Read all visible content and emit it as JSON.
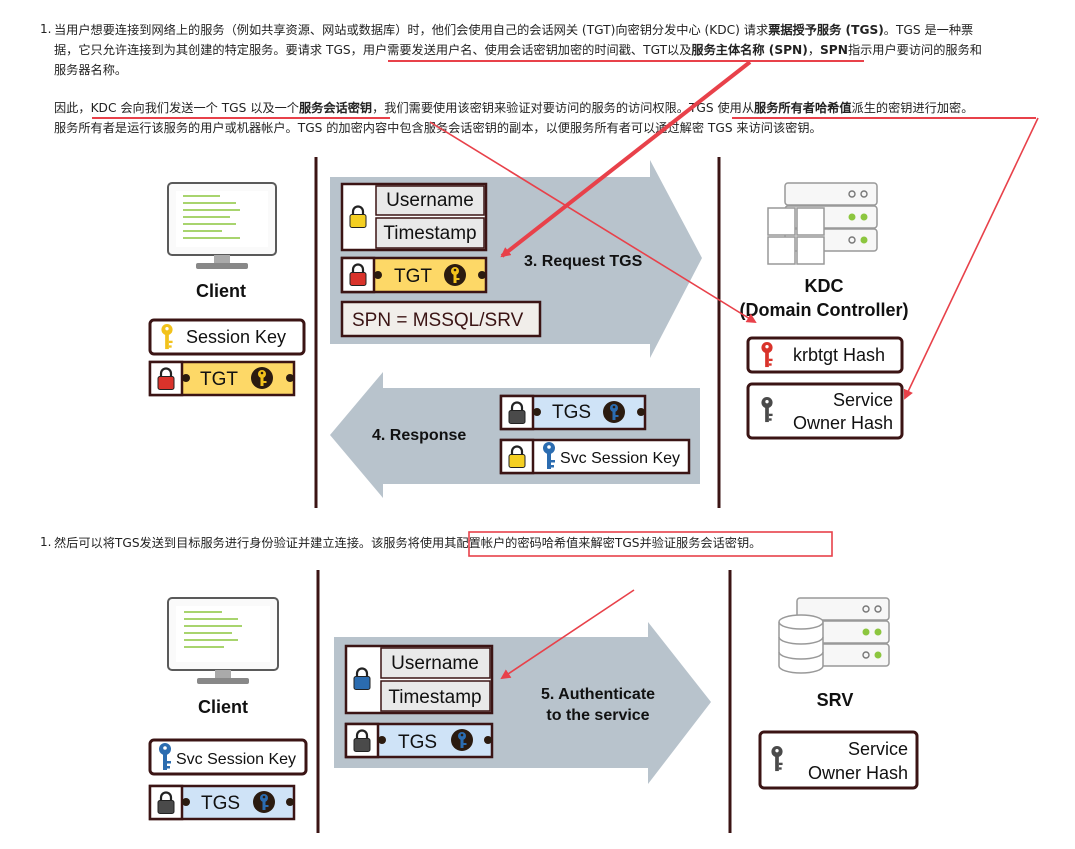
{
  "paragraphs": {
    "p1": {
      "number": "1.",
      "line1_a": "当用户想要连接到网络上的服务（例如共享资源、网站或数据库）时，他们会使用自己的会话网关 (TGT)向密钥分发中心 (KDC) 请求",
      "line1_b": "票据授予服务 (TGS)",
      "line1_c": "。TGS 是一种票",
      "line2_a": "据，它只允许连接到为其创建的特定服务。要请求 TGS，",
      "line2_b": "用户需要发送用户名、使用会话密钥加密的时间戳、TGT以及",
      "line2_c": "服务主体名称 (SPN)",
      "line2_d": "，",
      "line2_e": "SPN",
      "line2_f": "指示用户要访问的服务和",
      "line3": "服务器名称。"
    },
    "p2": {
      "line1_a": "因此，",
      "line1_b": "KDC 会向我们发送一个 TGS 以及一个",
      "line1_c": "服务会话密钥",
      "line1_d": "，我们需要使用该密钥来验证对要访问的服务的访问权限。",
      "line1_e": "TGS 使用从",
      "line1_f": "服务所有者哈希值",
      "line1_g": "派生的密钥进行加密",
      "line1_h": "。",
      "line2": "服务所有者是运行该服务的用户或机器帐户。TGS 的加密内容中包含服务会话密钥的副本，以便服务所有者可以通过解密 TGS 来访问该密钥。"
    },
    "p3": {
      "number": "1.",
      "text_a": "然后可以将TGS发送到目标服务进行身份验证并建立连接。该服务将使用",
      "text_b": "其配置帐户的密码哈希值来解密TGS并验证服务会话密钥。"
    }
  },
  "diagram1": {
    "client_label": "Client",
    "client_session_key": "Session Key",
    "client_tgt": "TGT",
    "request_username": "Username",
    "request_timestamp": "Timestamp",
    "request_tgt": "TGT",
    "request_spn": "SPN = MSSQL/SRV",
    "request_step": "3. Request TGS",
    "kdc_label_1": "KDC",
    "kdc_label_2": "(Domain Controller)",
    "kdc_krbtgt": "krbtgt Hash",
    "kdc_service_1": "Service",
    "kdc_service_2": "Owner Hash",
    "response_step": "4. Response",
    "response_tgs": "TGS",
    "response_svc_key": "Svc Session Key"
  },
  "diagram2": {
    "client_label": "Client",
    "client_svc_key": "Svc Session Key",
    "client_tgs": "TGS",
    "auth_username": "Username",
    "auth_timestamp": "Timestamp",
    "auth_tgs": "TGS",
    "auth_step_1": "5. Authenticate",
    "auth_step_2": "to the service",
    "srv_label": "SRV",
    "srv_service_1": "Service",
    "srv_service_2": "Owner Hash"
  },
  "colors": {
    "annotation_red": "#e8414a",
    "dark_border": "#3b1414",
    "lock_yellow": "#f4cf22",
    "lock_red": "#d9332b",
    "lock_gray": "#4a4a4a",
    "lock_blue": "#2b6cb0",
    "tgt_fill": "#fdd867",
    "tgs_fill": "#cfe3f7",
    "arrow_gray": "#b8c3cc",
    "key_yellow": "#f2c21b",
    "key_red": "#d9332b",
    "key_blue": "#2b6cb0",
    "status_green": "#8cc63f"
  }
}
